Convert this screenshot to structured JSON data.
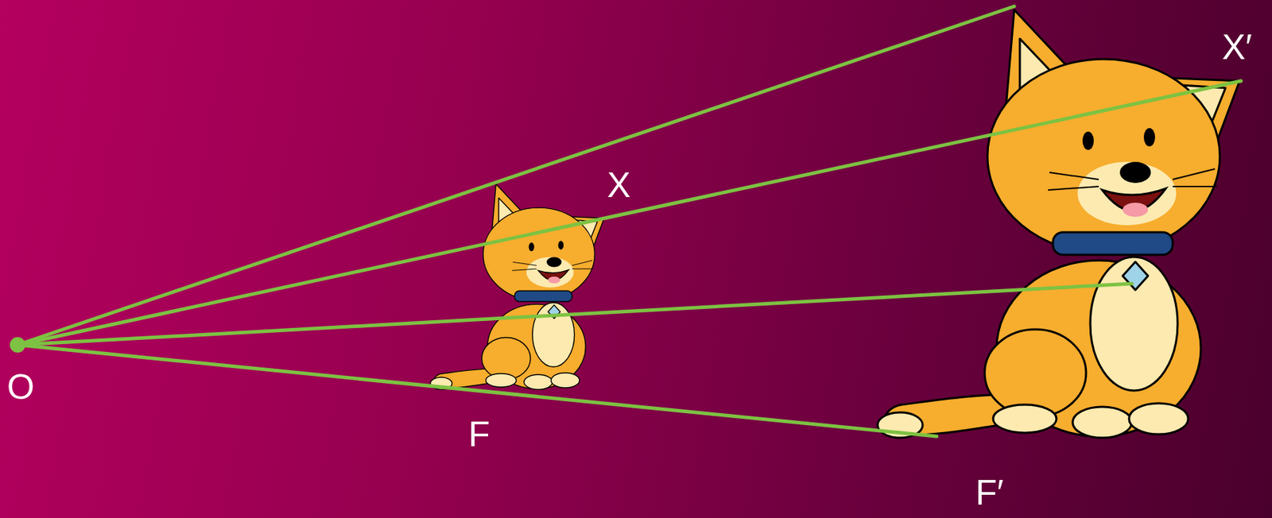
{
  "diagram": {
    "labels": [
      "O",
      "X",
      "X′",
      "F",
      "F′"
    ]
  }
}
